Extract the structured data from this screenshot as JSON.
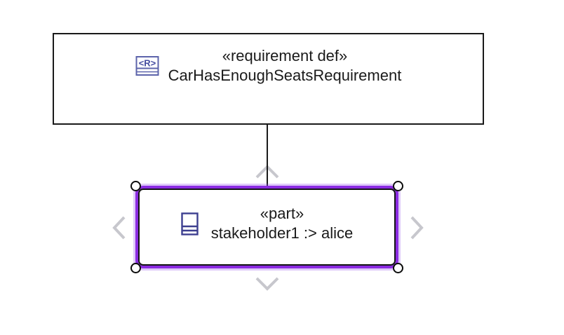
{
  "diagram": {
    "background": "#ffffff",
    "nodes": {
      "requirement": {
        "stereotype": "«requirement def»",
        "name": "CarHasEnoughSeatsRequirement",
        "icon": "requirement-icon",
        "icon_glyph": "<R>"
      },
      "part": {
        "stereotype": "«part»",
        "name": "stakeholder1 :> alice",
        "icon": "part-icon",
        "selected": true
      }
    },
    "edge": {
      "type": "vertical-line",
      "connects": "requirement-node to part-node"
    },
    "selection": {
      "corner_handles": 4,
      "arrows": [
        "up",
        "down",
        "left",
        "right"
      ]
    },
    "colors": {
      "node_border": "#1a1a1a",
      "text": "#1a1a1a",
      "selection_purple": "#8b2be2",
      "selection_halo": "#d9bdf6",
      "arrow_gray": "#c7c7cd",
      "requirement_icon_indigo": "#5d64ab",
      "part_icon_indigo": "#3d3f90"
    }
  }
}
